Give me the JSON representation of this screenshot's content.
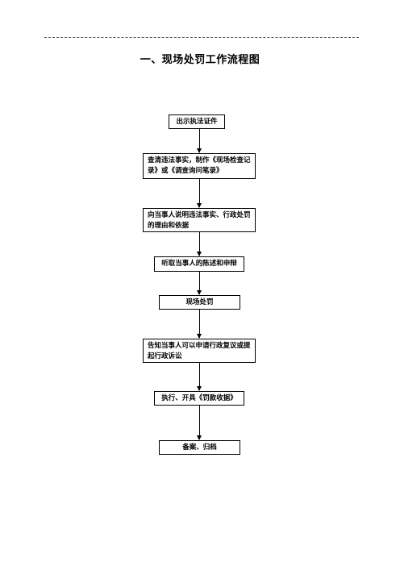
{
  "title": "一、现场处罚工作流程图",
  "steps": [
    "出示执法证件",
    "查清违法事实，制作《现场检查记录》或《调查询问笔录》",
    "向当事人说明违法事实、行政处罚的理由和依据",
    "听取当事人的陈述和申辩",
    "现场处罚",
    "告知当事人可以申请行政复议或提起行政诉讼",
    "执行、开具《罚款收据》",
    "备案、归档"
  ]
}
